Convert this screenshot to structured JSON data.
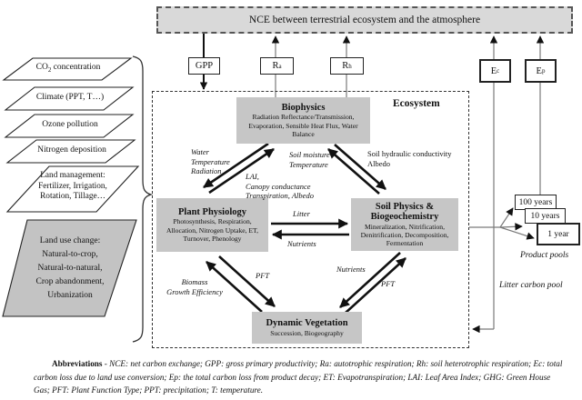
{
  "banner": {
    "title": "NCE between terrestrial ecosystem and the atmosphere"
  },
  "flux_boxes": {
    "gpp": {
      "base": "GPP",
      "sub": ""
    },
    "ra": {
      "base": "R",
      "sub": "a"
    },
    "rh": {
      "base": "R",
      "sub": "h"
    },
    "ec": {
      "base": "E",
      "sub": "c"
    },
    "ep": {
      "base": "E",
      "sub": "p"
    }
  },
  "drivers": {
    "co2": {
      "pre": "CO",
      "sub": "2",
      "post": " concentration"
    },
    "climate": "Climate (PPT, T…)",
    "ozone": "Ozone pollution",
    "nitrogen": "Nitrogen deposition",
    "land_management": "Land management:\nFertilizer,  Irrigation,\nRotation, Tillage…",
    "land_use_change": "Land use change:\nNatural-to-crop,\nNatural-to-natural,\nCrop abandonment,\nUrbanization"
  },
  "ecosystem": {
    "label": "Ecosystem",
    "modules": {
      "biophysics": {
        "title": "Biophysics",
        "desc": "Radiation Reflectance/Transmission,\nEvaporation, Sensible Heat Flux, Water\nBalance"
      },
      "plant_physiology": {
        "title": "Plant Physiology",
        "desc": "Photosynthesis, Respiration,\nAllocation, Nitrogen Uptake, ET,\nTurnover, Phenology"
      },
      "soil_physics": {
        "title": "Soil Physics &\nBiogeochemistry",
        "desc": "Mineralization, Nitrification,\nDenitrification, Decomposition,\nFermentation"
      },
      "dynamic_vegetation": {
        "title": "Dynamic Vegetation",
        "desc": "Succession, Biogeography"
      }
    },
    "exchange_labels": {
      "water_temp_rad": "Water\nTemperature\nRadiation",
      "lai_canopy": "LAI,\nCanopy conductance\nTranspiration, Albedo",
      "soil_moisture": "Soil moisture\nTemperature",
      "soil_hydraulic": "Soil hydraulic conductivity\nAlbedo",
      "litter": "Litter",
      "nutrients_mid": "Nutrients",
      "pft_left": "PFT",
      "biomass": "Biomass\nGrowth Efficiency",
      "nutrients_right": "Nutrients",
      "pft_right": "PFT"
    }
  },
  "pools": {
    "product_boxes": [
      "100 years",
      "10 years",
      "1 year"
    ],
    "product_label": "Product pools",
    "litter_label": "Litter carbon pool"
  },
  "abbreviations": {
    "lead": "Abbreviations",
    "text": " - NCE: net carbon exchange;  GPP: gross primary productivity;  Ra: autotrophic respiration;  Rh: soil heterotrophic respiration;  Ec: total carbon loss due to land use conversion;  Ep: the total carbon loss from product decay; ET: Evapotranspiration;  LAI: Leaf Area Index;  GHG: Green House Gas;  PFT: Plant Function Type;  PPT: precipitation;  T: temperature."
  },
  "colors": {
    "banner_gray": "#d9d9d9",
    "module_gray": "#c6c6c6",
    "landuse_gray": "#c3c3c3",
    "line_gray": "#7a7a7a",
    "ink": "#111111"
  }
}
